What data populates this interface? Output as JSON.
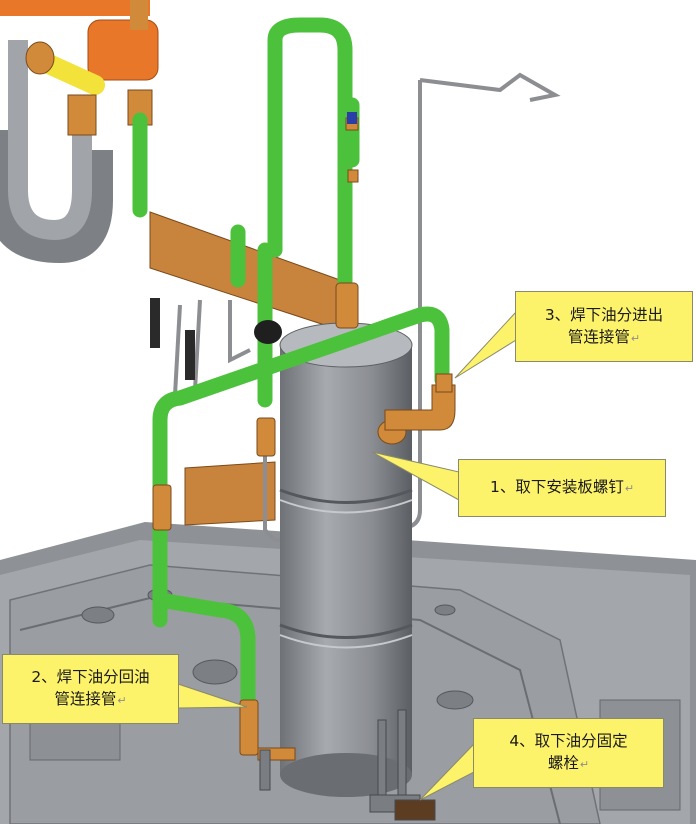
{
  "callouts": {
    "c1": {
      "lines": [
        "1、取下安装板螺钉"
      ],
      "return_mark": "↵"
    },
    "c2": {
      "lines": [
        "2、焊下油分回油",
        "管连接管"
      ],
      "return_mark": "↵"
    },
    "c3": {
      "lines": [
        "3、焊下油分进出",
        "管连接管"
      ],
      "return_mark": "↵"
    },
    "c4": {
      "lines": [
        "4、取下油分固定",
        "螺栓"
      ],
      "return_mark": "↵"
    }
  },
  "colors": {
    "callout_fill": "#fdf36b",
    "green_pipe": "#4cc23c",
    "copper_fitting": "#d08a3a",
    "orange_pipe": "#e8772a",
    "yellow_pipe": "#f2e23a",
    "steel_gray": "#8c8e92",
    "mounting_plate": "#c8833c"
  }
}
